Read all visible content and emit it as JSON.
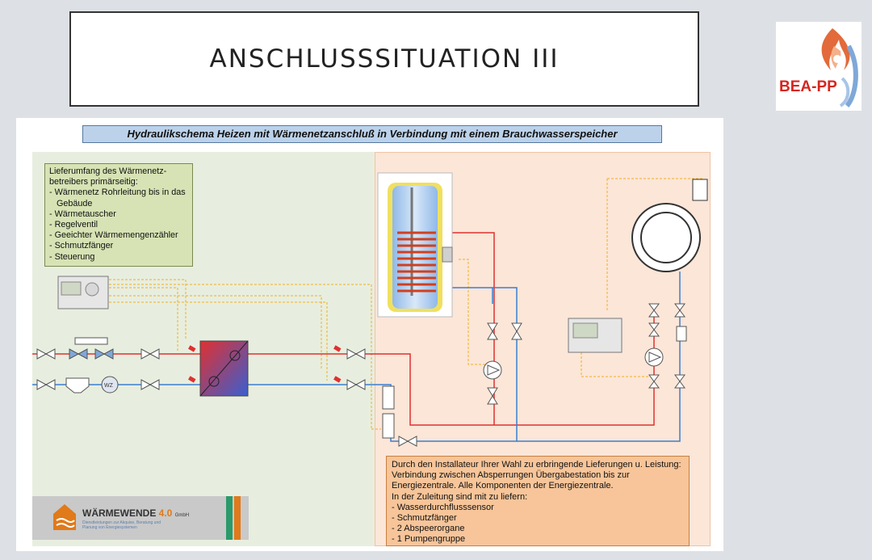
{
  "slide": {
    "title": "ANSCHLUSSSITUATION III",
    "logo_text": "BEA-PP"
  },
  "diagram": {
    "banner": "Hydraulikschema Heizen mit Wärmenetzanschluß in Verbindung mit einem Brauchwasserspeicher",
    "note_left": [
      "Lieferumfang des Wärmenetz-",
      "betreibers primärseitig:",
      "- Wärmenetz Rohrleitung bis in das",
      "   Gebäude",
      "- Wärmetauscher",
      "- Regelventil",
      "- Geeichter Wärmemengenzähler",
      "- Schmutzfänger",
      "- Steuerung"
    ],
    "note_right": [
      "Durch den Installateur Ihrer Wahl zu erbringende Lieferungen u. Leistung:",
      "Verbindung zwischen Absperrungen Übergabestation bis zur",
      "Energiezentrale. Alle Komponenten der Energiezentrale.",
      "In der Zuleitung sind mit zu liefern:",
      "- Wasserdurchflusssensor",
      "- Schmutzfänger",
      "- 2 Abspeerorgane",
      "- 1 Pumpengruppe"
    ],
    "meter_label": "WZ",
    "brand": {
      "name": "WÄRMEWENDE",
      "version": "4.0",
      "suffix": "GmbH",
      "tagline": "Dienstleistungen zur Akquise, Beratung und Planung von Energiesystemen"
    },
    "colors": {
      "supply": "#e03030",
      "return": "#3a7fd0",
      "control": "#f0b020"
    }
  }
}
